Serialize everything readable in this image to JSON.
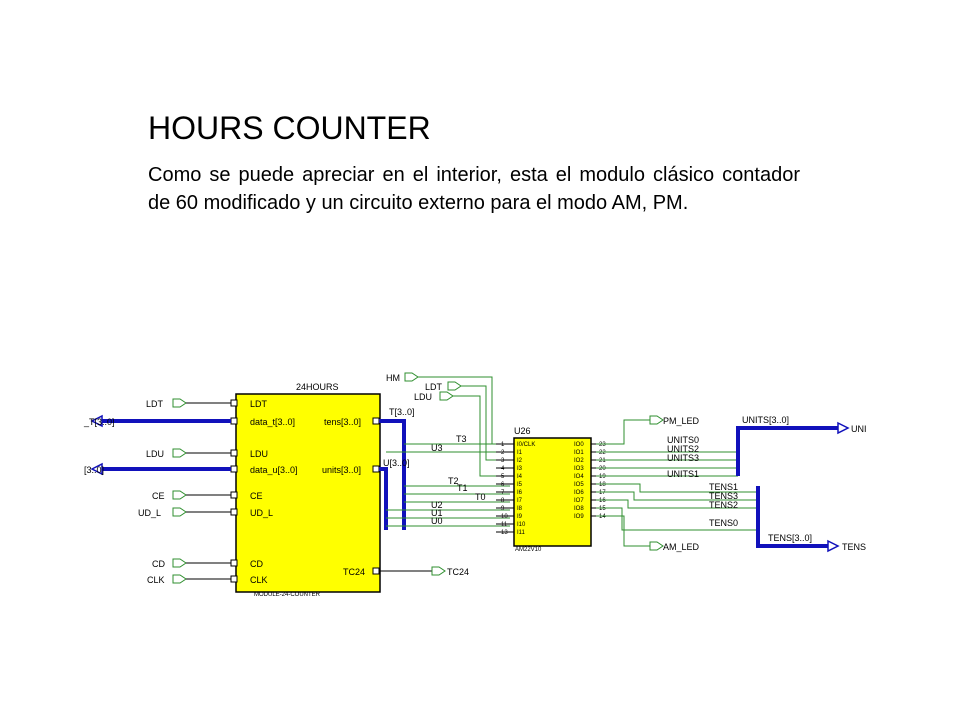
{
  "slide": {
    "title": "HOURS COUNTER",
    "body": "Como se puede apreciar en el interior, esta el modulo clásico contador de 60 modificado y un circuito externo para el modo AM, PM."
  },
  "module": {
    "name": "24HOURS",
    "type": "MODULE-24-COUNTER",
    "left_pins": [
      "LDT",
      "data_t[3..0]",
      "LDU",
      "data_u[3..0]",
      "CE",
      "UD_L",
      "CD",
      "CLK"
    ],
    "right_pins": [
      "tens[3..0]",
      "units[3..0]",
      "TC24"
    ]
  },
  "input_flags": [
    "LDT",
    "_T[3..0]",
    "LDU",
    "[3..0]",
    "CE",
    "UD_L",
    "CD",
    "CLK"
  ],
  "output_flags": {
    "tc24": "TC24",
    "pm_led": "PM_LED",
    "am_led": "AM_LED",
    "uni": "UNI",
    "tens": "TENS"
  },
  "nets": {
    "t_bus": "T[3..0]",
    "u_bus": "U[3..0]",
    "t3": "T3",
    "t2": "T2",
    "t1": "T1",
    "t0": "T0",
    "u3": "U3",
    "u2": "U2",
    "u1": "U1",
    "u0": "U0",
    "hm": "HM",
    "ldt": "LDT",
    "ldu": "LDU",
    "units0": "UNITS0",
    "units2": "UNITS2",
    "units3": "UNITS3",
    "units1": "UNITS1",
    "tens1": "TENS1",
    "tens3": "TENS3",
    "tens2": "TENS2",
    "tens0": "TENS0",
    "units_bus": "UNITS[3..0]",
    "tens_bus": "TENS[3..0]"
  },
  "pld": {
    "ref": "U26",
    "part": "AM22V10",
    "left_pins": [
      "I0/CLK",
      "I1",
      "I2",
      "I3",
      "I4",
      "I5",
      "I6",
      "I7",
      "I8",
      "I9",
      "I10",
      "I11"
    ],
    "left_nums": [
      "1",
      "2",
      "3",
      "4",
      "5",
      "6",
      "7",
      "8",
      "9",
      "10",
      "11",
      "13"
    ],
    "right_pins": [
      "IO0",
      "IO1",
      "IO2",
      "IO3",
      "IO4",
      "IO5",
      "IO6",
      "IO7",
      "IO8",
      "IO9"
    ],
    "right_nums": [
      "23",
      "22",
      "21",
      "20",
      "19",
      "18",
      "17",
      "16",
      "15",
      "14"
    ]
  },
  "colors": {
    "module_fill": "#ffff00",
    "bus": "#1111bb",
    "net": "#2f8f2f"
  }
}
